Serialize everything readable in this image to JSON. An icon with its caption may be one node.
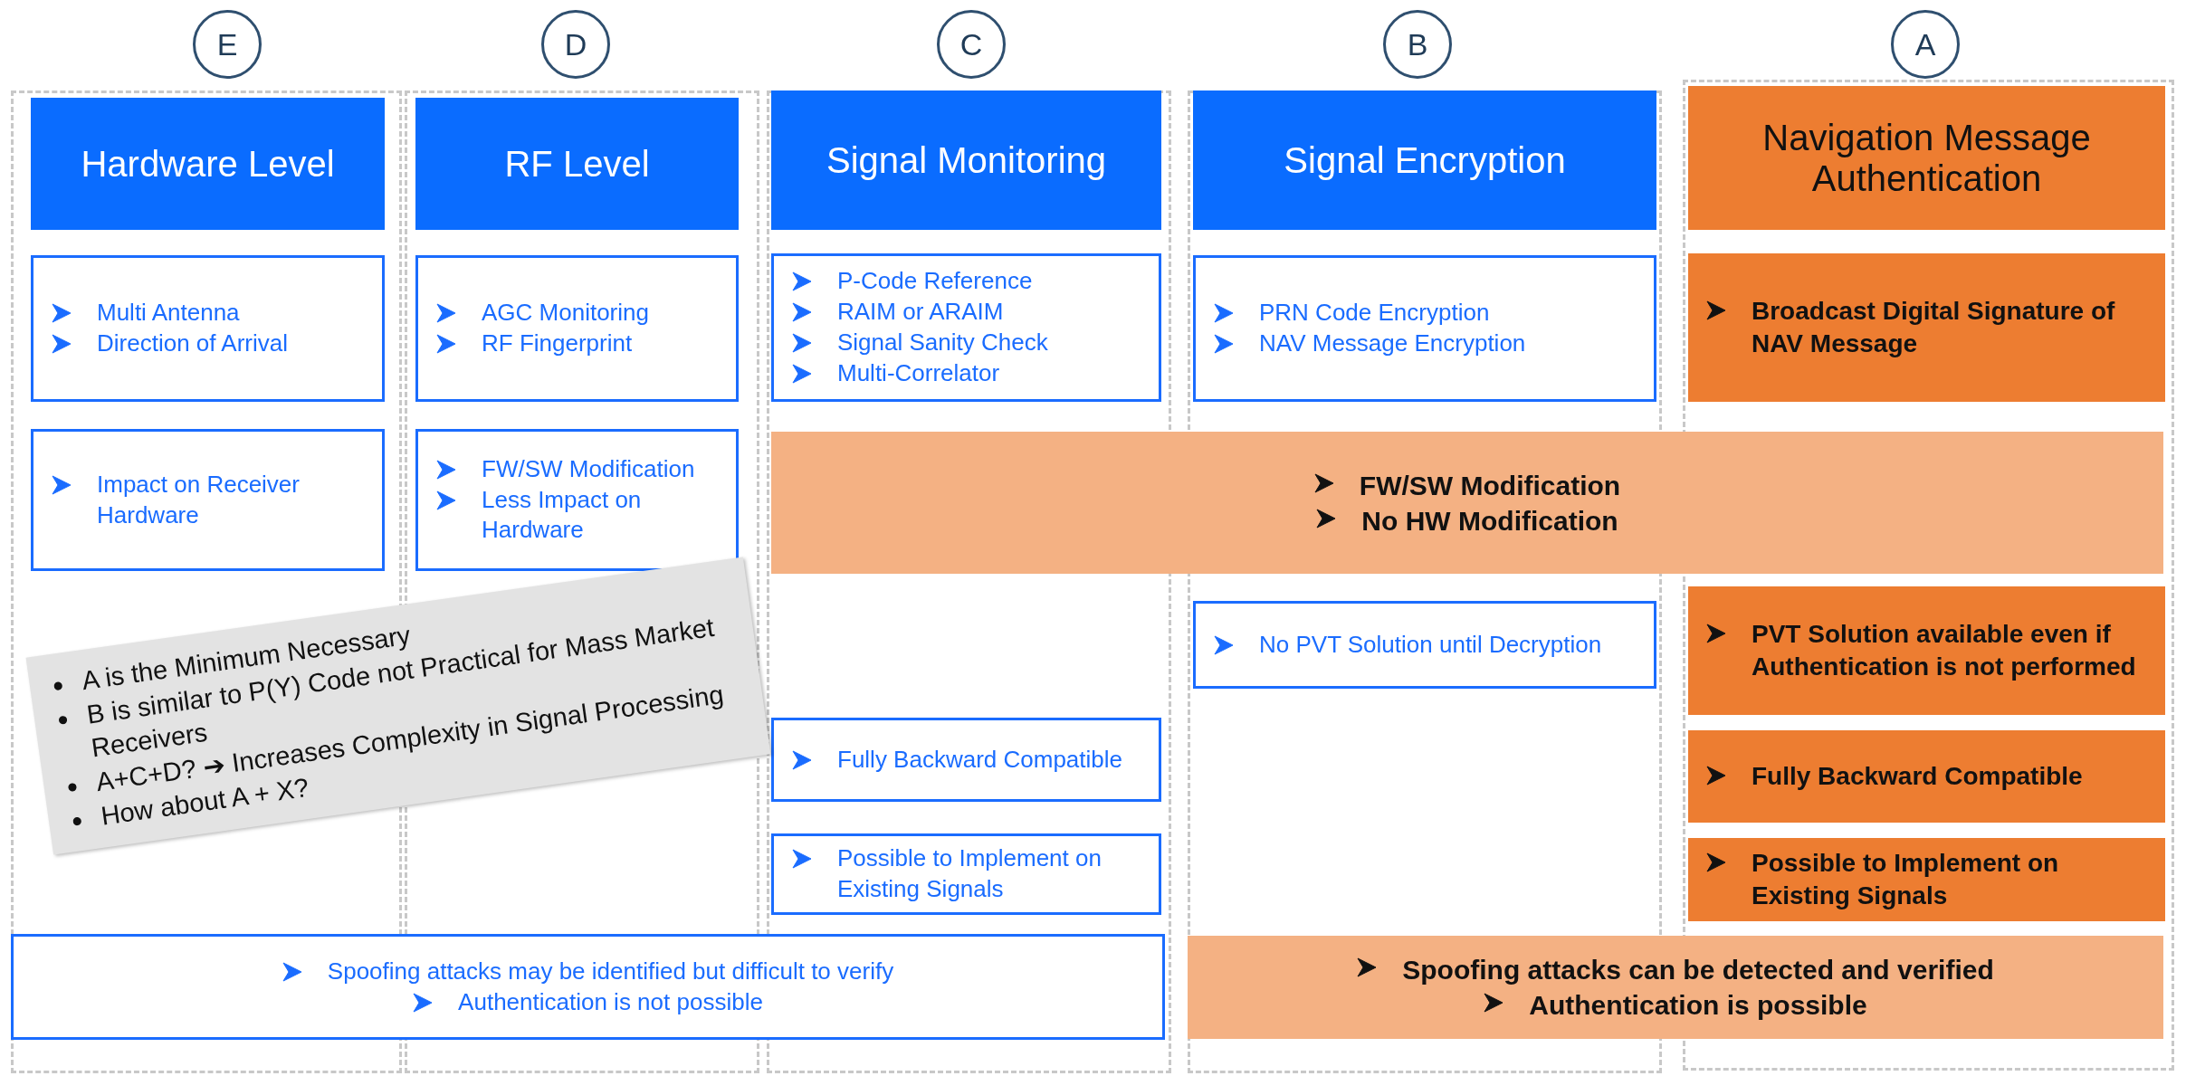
{
  "diagram": {
    "nodes": [
      {
        "text": [
          "E"
        ]
      },
      {
        "text": [
          "D"
        ]
      },
      {
        "text": [
          "C"
        ]
      },
      {
        "text": [
          "B"
        ]
      },
      {
        "text": [
          "A"
        ]
      },
      {
        "text": [],
        "shape": "box"
      },
      {
        "text": [
          "Hardware Level"
        ],
        "in": 5
      },
      {
        "text": [
          "Multi Antenna",
          "Direction of Arrival"
        ],
        "in": 5
      },
      {
        "text": [
          "Impact on Receiver Hardware"
        ],
        "in": 5
      },
      {
        "text": [],
        "shape": "box"
      },
      {
        "text": [
          "RF Level"
        ],
        "in": 9
      },
      {
        "text": [
          "AGC Monitoring",
          "RF Fingerprint"
        ],
        "in": 9
      },
      {
        "text": [
          "FW/SW Modification",
          "Less Impact on Hardware"
        ],
        "in": 9
      },
      {
        "text": [],
        "shape": "box"
      },
      {
        "text": [
          "Signal Monitoring"
        ],
        "in": 13
      },
      {
        "text": [
          "P-Code Reference",
          "RAIM or ARAIM",
          "Signal Sanity Check",
          "Multi-Correlator"
        ],
        "in": 13
      },
      {
        "text": [
          "Fully Backward Compatible"
        ],
        "in": 13
      },
      {
        "text": [
          "Possible to Implement on Existing Signals"
        ],
        "in": 13
      },
      {
        "text": [],
        "shape": "box"
      },
      {
        "text": [
          "Signal Encryption"
        ],
        "in": 18
      },
      {
        "text": [
          "PRN Code Encryption",
          "NAV Message Encryption"
        ],
        "in": 18
      },
      {
        "text": [
          "No PVT Solution until Decryption"
        ],
        "in": 18
      },
      {
        "text": [],
        "shape": "box"
      },
      {
        "text": [
          "Navigation Message Authentication"
        ],
        "in": 22
      },
      {
        "text": [
          "Broadcast Digital Signature of NAV Message"
        ],
        "in": 22
      },
      {
        "text": [
          "PVT Solution available even if Authentication is not performed"
        ],
        "in": 22
      },
      {
        "text": [
          "Fully Backward Compatible"
        ],
        "in": 22
      },
      {
        "text": [
          "Possible to Implement on Existing Signals"
        ],
        "in": 22
      },
      {
        "text": [
          "FW/SW Modification",
          "No HW Modification"
        ]
      },
      {
        "text": [
          "Spoofing attacks may be identified but difficult to verify",
          "Authentication is not possible"
        ]
      },
      {
        "text": [
          "Spoofing attacks can be detected and verified",
          "Authentication is possible"
        ]
      },
      {
        "text": [
          "A is the Minimum Necessary",
          "B is similar to P(Y) Code not Practical for Mass Market Receivers",
          "A+C+D? ➔ Increases Complexity in Signal Processing",
          "How about A + X?"
        ]
      }
    ],
    "edges": []
  }
}
